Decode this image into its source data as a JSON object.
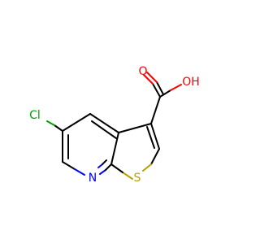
{
  "molecule": {
    "atoms": {
      "O_carbonyl": {
        "label": "O",
        "color": "#ff0000"
      },
      "OH": {
        "label": "OH",
        "color": "#ff0000"
      },
      "Cl": {
        "label": "Cl",
        "color": "#00a000"
      },
      "N": {
        "label": "N",
        "color": "#0000ff"
      },
      "S": {
        "label": "S",
        "color": "#b8a000"
      }
    }
  }
}
